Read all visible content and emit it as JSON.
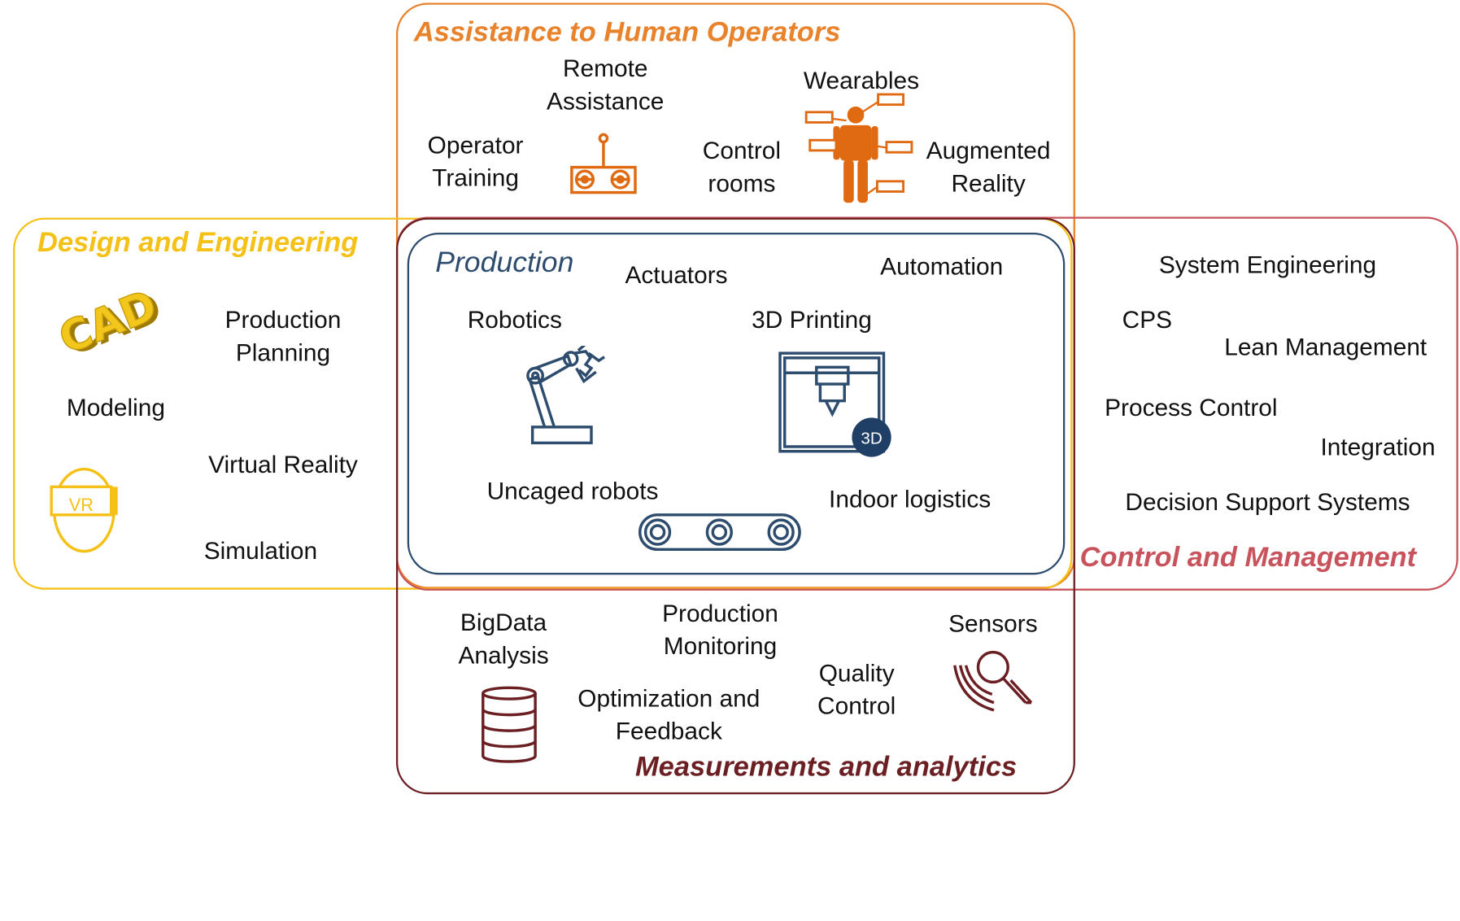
{
  "colors": {
    "assistance": "#e8822b",
    "design": "#f5c117",
    "control": "#c9535c",
    "measurements": "#6b1f22",
    "production": "#2d4c6e",
    "icon_orange": "#e06a12"
  },
  "categories": {
    "assistance": "Assistance to Human Operators",
    "design": "Design and Engineering",
    "control": "Control and Management",
    "measurements": "Measurements and analytics",
    "production": "Production"
  },
  "assistance_items": {
    "remote": [
      "Remote",
      "Assistance"
    ],
    "operator": [
      "Operator",
      "Training"
    ],
    "control_rooms": [
      "Control",
      "rooms"
    ],
    "wearables": "Wearables",
    "augmented": [
      "Augmented",
      "Reality"
    ]
  },
  "design_items": {
    "planning": [
      "Production",
      "Planning"
    ],
    "modeling": "Modeling",
    "vr": "Virtual Reality",
    "simulation": "Simulation",
    "cad_icon_text": "CAD",
    "vr_icon_text": "VR"
  },
  "production_items": {
    "actuators": "Actuators",
    "automation": "Automation",
    "robotics": "Robotics",
    "printing": "3D Printing",
    "uncaged": "Uncaged robots",
    "indoor": "Indoor logistics",
    "printer_badge": "3D"
  },
  "control_items": {
    "system_eng": "System Engineering",
    "cps": "CPS",
    "lean": "Lean Management",
    "process": "Process Control",
    "integration": "Integration",
    "dss": "Decision Support Systems"
  },
  "measurement_items": {
    "bigdata": [
      "BigData",
      "Analysis"
    ],
    "monitoring": [
      "Production",
      "Monitoring"
    ],
    "optimization": [
      "Optimization and",
      "Feedback"
    ],
    "quality": [
      "Quality",
      "Control"
    ],
    "sensors": "Sensors"
  },
  "icons": [
    "remote-control-icon",
    "wearable-person-icon",
    "cad-icon",
    "vr-headset-icon",
    "robot-arm-icon",
    "3d-printer-icon",
    "conveyor-icon",
    "database-icon",
    "sensor-icon"
  ]
}
